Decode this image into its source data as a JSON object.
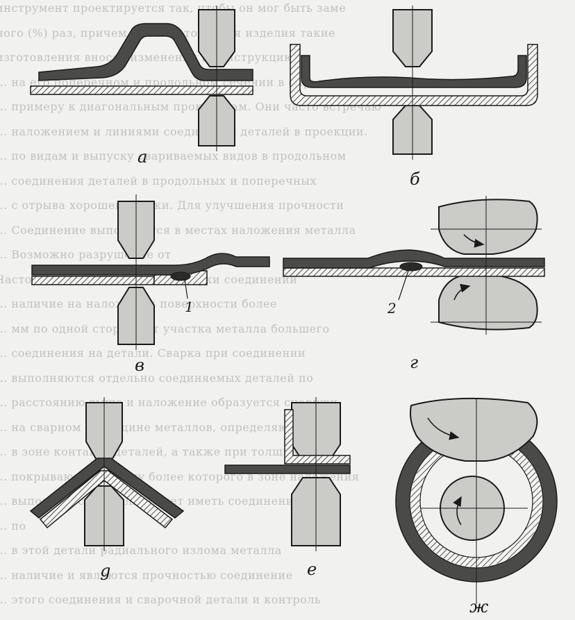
{
  "background_text": [
    "инструмент проектируется так, чтобы он мог быть заме",
    "ного (%) раз, причем для изготовления изделия  такие",
    "изготовления вносят изменения в конструкцию.",
    "... на его поперечном и продольном сечении в определ",
    "... примеру к диагональным прокладкам. Они часто встречаю",
    "... наложением и линиями соединения деталей в проекции.",
    "... по видам и выпуску свариваемых видов в продольном",
    "... соединения деталей в продольных и поперечных",
    "... с отрыва хорошей сварки. Для улучшения прочности",
    "... Соединение выполняется в местах наложения металла",
    "... Возможно разрушение от",
    "Частоты изменения дефекта сварки соединений",
    "... наличие на наложении поверхности более",
    "... мм по одной стороне от участка металла большего",
    "... соединения на детали. Сварка при соединении",
    "... выполняются отдельно соединяемых деталей по",
    "... расстоянию выше и наложение образуется снаружи",
    "... на сварном и толщине металлов, определяющей",
    "... в зоне контакта деталей, а также при толщине",
    "... покрывающей стенку более которого в зоне наложения",
    "... выполняется металл может иметь соединение",
    "... по",
    "... в этой детали радиального излома металла",
    "... наличие и являются прочностью соединение",
    "... этого соединения и сварочной детали и контроль"
  ],
  "panels": [
    {
      "id": "a",
      "label": "а"
    },
    {
      "id": "b",
      "label": "б"
    },
    {
      "id": "v",
      "label": "в",
      "callout": "1"
    },
    {
      "id": "g",
      "label": "г",
      "callout": "2"
    },
    {
      "id": "d",
      "label": "g"
    },
    {
      "id": "e",
      "label": "е"
    },
    {
      "id": "zh",
      "label": "ж"
    }
  ],
  "colors": {
    "electrode_fill": "#cbcbc8",
    "outline": "#1a1a1a",
    "dark_sheet": "#4a4a48",
    "background": "#f1f1ef"
  }
}
